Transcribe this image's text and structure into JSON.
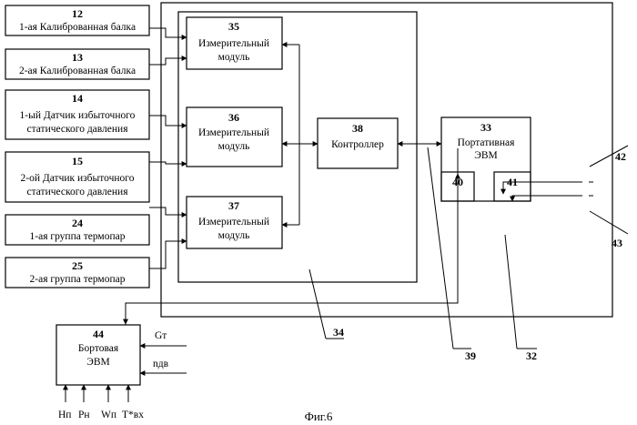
{
  "sources": [
    {
      "num": "12",
      "line1": "1-ая Калиброванная балка",
      "line2": ""
    },
    {
      "num": "13",
      "line1": "2-ая Калиброванная балка",
      "line2": ""
    },
    {
      "num": "14",
      "line1": "1-ый Датчик избыточного",
      "line2": "статического давления"
    },
    {
      "num": "15",
      "line1": "2-ой Датчик избыточного",
      "line2": "статического давления"
    },
    {
      "num": "24",
      "line1": "1-ая группа термопар",
      "line2": ""
    },
    {
      "num": "25",
      "line1": "2-ая группа термопар",
      "line2": ""
    }
  ],
  "modules": [
    {
      "num": "35",
      "line1": "Измерительный",
      "line2": "модуль"
    },
    {
      "num": "36",
      "line1": "Измерительный",
      "line2": "модуль"
    },
    {
      "num": "37",
      "line1": "Измерительный",
      "line2": "модуль"
    }
  ],
  "controller": {
    "num": "38",
    "label": "Контроллер"
  },
  "portable": {
    "num": "33",
    "line1": "Портативная",
    "line2": "ЭВМ",
    "port_a": "40",
    "port_b": "41"
  },
  "onboard": {
    "num": "44",
    "line1": "Бортовая",
    "line2": "ЭВМ",
    "input_gt": "Gт",
    "input_ndv": "nдв"
  },
  "onboard_inputs": {
    "hn": "Hп",
    "pn": "Pн",
    "wn": "Wп",
    "t": "T*вх"
  },
  "refs": {
    "r32": "32",
    "r34": "34",
    "r39": "39",
    "r42": "42",
    "r43": "43"
  },
  "caption": "Фиг.6"
}
